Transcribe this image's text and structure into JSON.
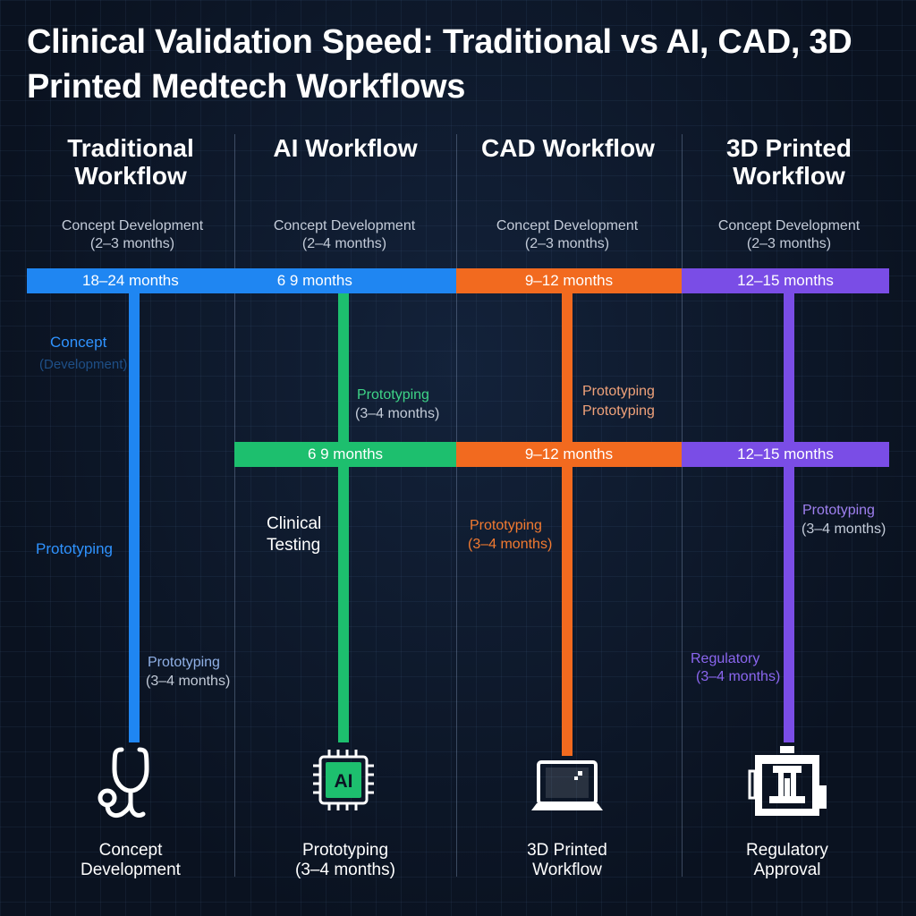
{
  "title": "Clinical Validation Speed: Traditional vs AI, CAD, 3D Printed Medtech Workflows",
  "colors": {
    "blue": "#1f86f2",
    "green": "#1dbf6e",
    "orange": "#f26a1f",
    "purple": "#7a4de6",
    "background": "#0b1424"
  },
  "columns": [
    {
      "heading": "Traditional Workflow",
      "concept_line1": "Concept Development",
      "concept_line2": "(2–3 months)",
      "band_top": "18–24 months",
      "labels": [
        "Concept",
        "(Development)",
        "Prototyping",
        "Prototyping",
        "(3–4 months)"
      ],
      "icon": "stethoscope-icon",
      "caption_line1": "Concept",
      "caption_line2": "Development"
    },
    {
      "heading": "AI Workflow",
      "concept_line1": "Concept Development",
      "concept_line2": "(2–4 months)",
      "band_top": "6 9 months",
      "band_mid": "6 9 months",
      "labels": [
        "Prototyping",
        "(3–4 months)",
        "Clinical",
        "Testing"
      ],
      "icon": "ai-chip-icon",
      "icon_text": "AI",
      "caption_line1": "Prototyping",
      "caption_line2": "(3–4 months)"
    },
    {
      "heading": "CAD Workflow",
      "concept_line1": "Concept Development",
      "concept_line2": "(2–3 months)",
      "band_top": "9–12 months",
      "band_mid": "9–12 months",
      "labels": [
        "Prototyping",
        "Prototyping",
        "Prototyping",
        "(3–4 months)"
      ],
      "icon": "laptop-icon",
      "caption_line1": "3D Printed",
      "caption_line2": "Workflow"
    },
    {
      "heading": "3D Printed Workflow",
      "concept_line1": "Concept Development",
      "concept_line2": "(2–3 months)",
      "band_top": "12–15 months",
      "band_mid": "12–15 months",
      "labels": [
        "Prototyping",
        "(3–4 months)",
        "Regulatory",
        "(3–4 months)"
      ],
      "icon": "3d-printer-icon",
      "caption_line1": "Regulatory",
      "caption_line2": "Approval"
    }
  ]
}
